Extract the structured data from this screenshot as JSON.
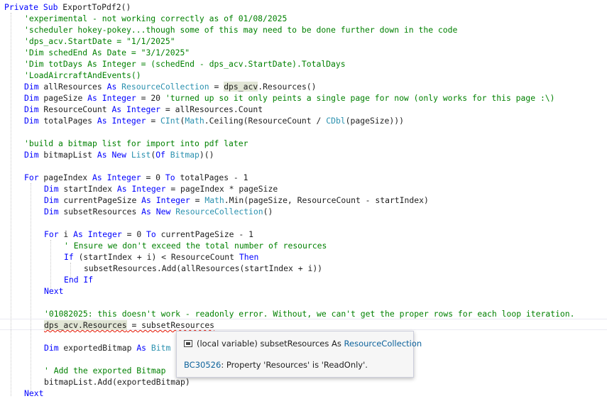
{
  "code": {
    "l1": [
      "Private Sub",
      " ExportToPdf2()"
    ],
    "l2": "'experimental - not working correctly as of 01/08/2025",
    "l3": "'scheduler hokey-pokey...though some of this may need to be done further down in the code",
    "l4": "'dps_acv.StartDate = \"1/1/2025\"",
    "l5": "'Dim schedEnd As Date = \"3/1/2025\"",
    "l6": "'Dim totDays As Integer = (schedEnd - dps_acv.StartDate).TotalDays",
    "l7": "'LoadAircraftAndEvents()",
    "l8": [
      "Dim",
      " allResources ",
      "As",
      " ",
      "ResourceCollection",
      " = ",
      "dps_acv",
      ".Resources()"
    ],
    "l9": [
      "Dim",
      " pageSize ",
      "As",
      " ",
      "Integer",
      " = 20 ",
      "'turned up so it only peints a single page for now (only works for this page :\\)"
    ],
    "l10": [
      "Dim",
      " ResourceCount ",
      "As",
      " ",
      "Integer",
      " = allResources.Count"
    ],
    "l11": [
      "Dim",
      " totalPages ",
      "As",
      " ",
      "Integer",
      " = ",
      "CInt",
      "(",
      "Math",
      ".Ceiling(ResourceCount / ",
      "CDbl",
      "(pageSize)))"
    ],
    "l13": "'build a bitmap list for import into pdf later",
    "l14": [
      "Dim",
      " bitmapList ",
      "As",
      " ",
      "New",
      " ",
      "List",
      "(",
      "Of",
      " ",
      "Bitmap",
      ")()"
    ],
    "l16": [
      "For",
      " pageIndex ",
      "As",
      " ",
      "Integer",
      " = 0 ",
      "To",
      " totalPages - 1"
    ],
    "l17": [
      "Dim",
      " startIndex ",
      "As",
      " ",
      "Integer",
      " = pageIndex * pageSize"
    ],
    "l18": [
      "Dim",
      " currentPageSize ",
      "As",
      " ",
      "Integer",
      " = ",
      "Math",
      ".Min(pageSize, ResourceCount - startIndex)"
    ],
    "l19": [
      "Dim",
      " subsetResources ",
      "As",
      " ",
      "New",
      " ",
      "ResourceCollection",
      "()"
    ],
    "l21": [
      "For",
      " i ",
      "As",
      " ",
      "Integer",
      " = 0 ",
      "To",
      " currentPageSize - 1"
    ],
    "l22": "' Ensure we don't exceed the total number of resources",
    "l23": [
      "If",
      " (startIndex + i) < ResourceCount ",
      "Then"
    ],
    "l24": "subsetResources.Add(allResources(startIndex + i))",
    "l25": "End If",
    "l26": "Next",
    "l28": "'01082025: this doesn't work - readonly error. Without, we can't get the proper rows for each loop iteration.",
    "l29": [
      "dps_acv.Resources",
      " = subsetResources"
    ],
    "l31": [
      "Dim",
      " exportedBitmap ",
      "As",
      " Bitm"
    ],
    "l33": "' Add the exported Bitmap",
    "l34": "bitmapList.Add(exportedBitmap)",
    "l35": "Next"
  },
  "tooltip": {
    "icon": "local-variable-icon",
    "kind": "(local variable)",
    "name": "subsetResources",
    "as": "As",
    "type": "ResourceCollection",
    "error_code": "BC30526",
    "error_message": ": Property 'Resources' is 'ReadOnly'."
  },
  "colors": {
    "keyword": "#0000ff",
    "comment": "#008000",
    "type": "#2b91af",
    "error_squiggle": "#e51400",
    "highlight": "#e2e6d6",
    "tooltip_link": "#0e639c"
  }
}
